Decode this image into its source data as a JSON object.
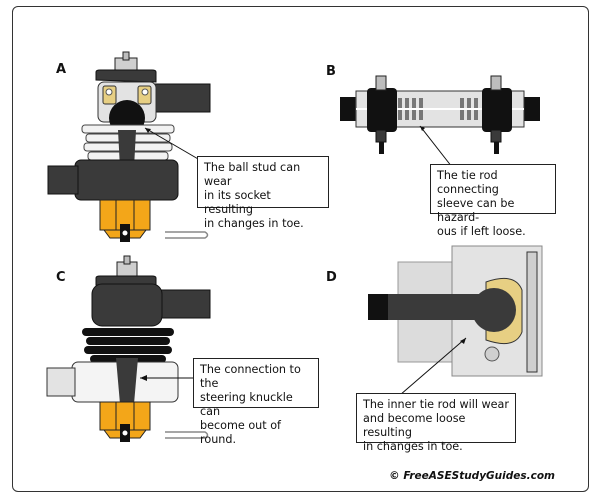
{
  "panels": {
    "a": {
      "letter": "A",
      "caption": "The ball stud can wear\nin its socket resulting\nin changes in toe."
    },
    "b": {
      "letter": "B",
      "caption": "The tie rod connecting\nsleeve can be hazard-\nous if left loose."
    },
    "c": {
      "letter": "C",
      "caption": "The connection to the\nsteering knuckle can\nbecome out of round."
    },
    "d": {
      "letter": "D",
      "caption": "The inner tie rod will wear\nand become loose resulting\nin changes in toe."
    }
  },
  "copyright": "© FreeASEStudyGuides.com",
  "colors": {
    "dark_part": "#3a3a3a",
    "black_part": "#111111",
    "light_part": "#e3e3e3",
    "orange_part": "#f3a619",
    "tan_part": "#e7cf83"
  }
}
